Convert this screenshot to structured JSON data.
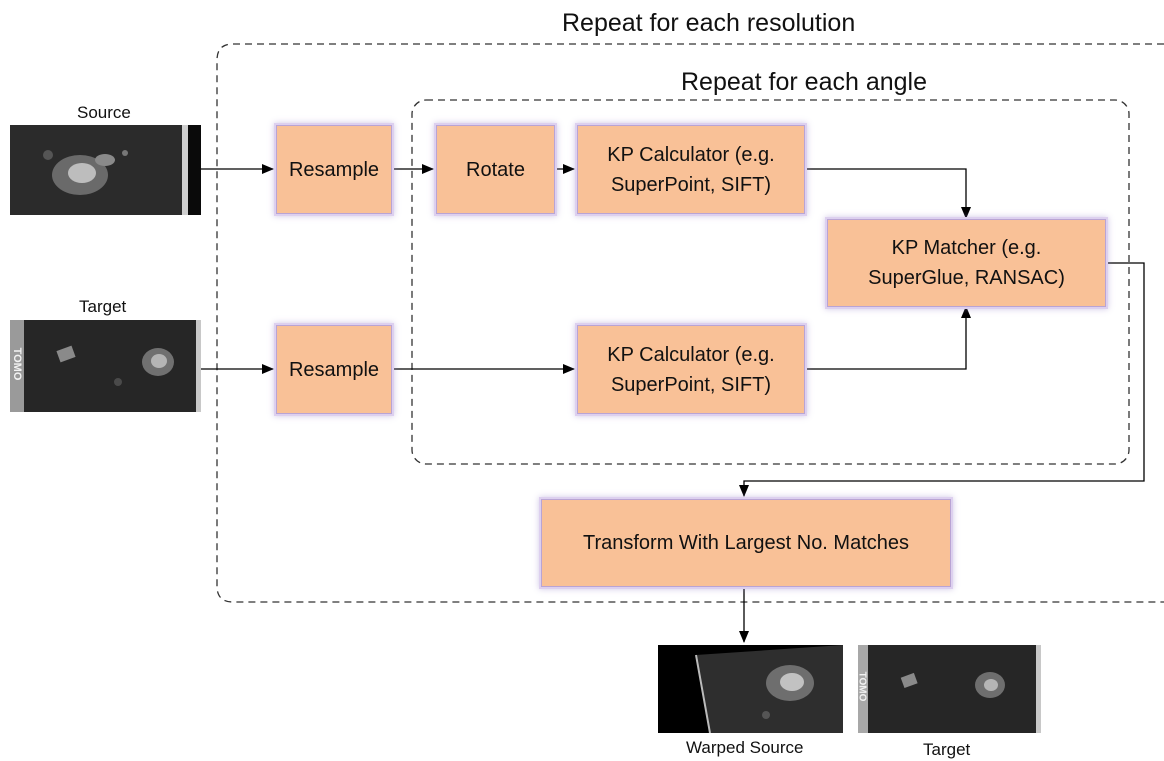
{
  "diagram": {
    "outer_loop_label": "Repeat for each resolution",
    "inner_loop_label": "Repeat for each angle",
    "nodes": {
      "resample_source": "Resample",
      "resample_target": "Resample",
      "rotate": "Rotate",
      "kp_calculator_source": "KP Calculator (e.g.\nSuperPoint, SIFT)",
      "kp_calculator_target": "KP Calculator (e.g.\nSuperPoint, SIFT)",
      "kp_matcher": "KP Matcher (e.g.\nSuperGlue, RANSAC)",
      "transform": "Transform With Largest No. Matches"
    },
    "images": {
      "source_caption": "Source",
      "target_caption": "Target",
      "warped_source_caption": "Warped Source",
      "output_target_caption": "Target",
      "slide_label_text": "TOMO"
    },
    "colors": {
      "box_fill": "#f9c197",
      "box_glow": "#ddd0ef",
      "line": "#000000",
      "loop_border": "#333333"
    }
  }
}
